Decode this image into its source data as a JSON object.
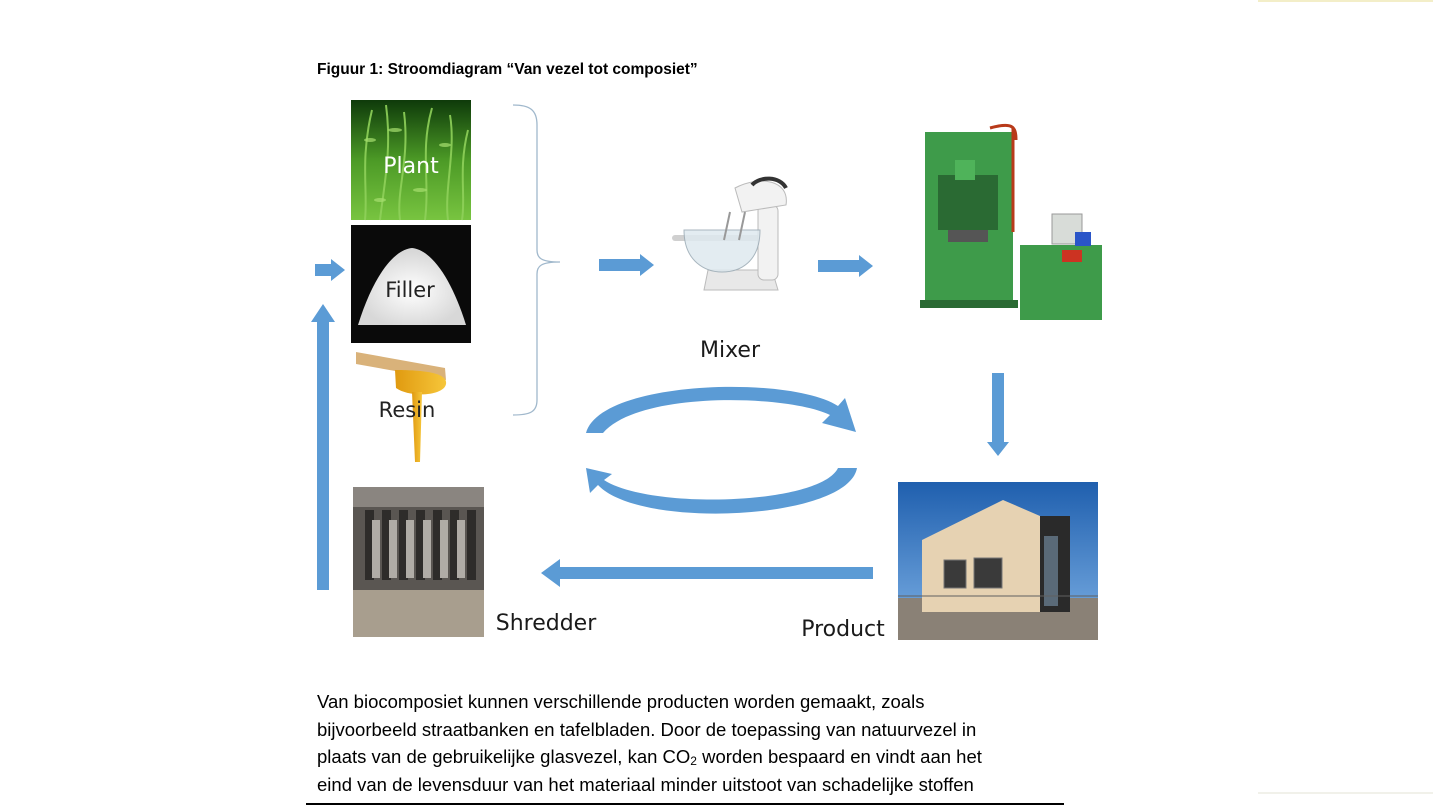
{
  "figure": {
    "caption": "Figuur 1: Stroomdiagram “Van vezel tot composiet”",
    "labels": {
      "plant": "Plant",
      "filler": "Filler",
      "resin": "Resin",
      "mixer": "Mixer",
      "shredder": "Shredder",
      "product": "Product"
    }
  },
  "paragraph": {
    "line1": "Van biocomposiet kunnen verschillende producten worden gemaakt, zoals",
    "line2": "bijvoorbeeld straatbanken en tafelbladen. Door de toepassing van natuurvezel in",
    "line3_pre": "plaats van de gebruikelijke glasvezel, kan CO",
    "line3_sub": "2",
    "line3_post": " worden bespaard en vindt aan het",
    "line4": "eind van de levensduur van het materiaal minder uitstoot van schadelijke stoffen"
  },
  "colors": {
    "arrow": "#5b9bd5",
    "press_green": "#3e9b4a",
    "plant_green": "#3d8a22"
  }
}
